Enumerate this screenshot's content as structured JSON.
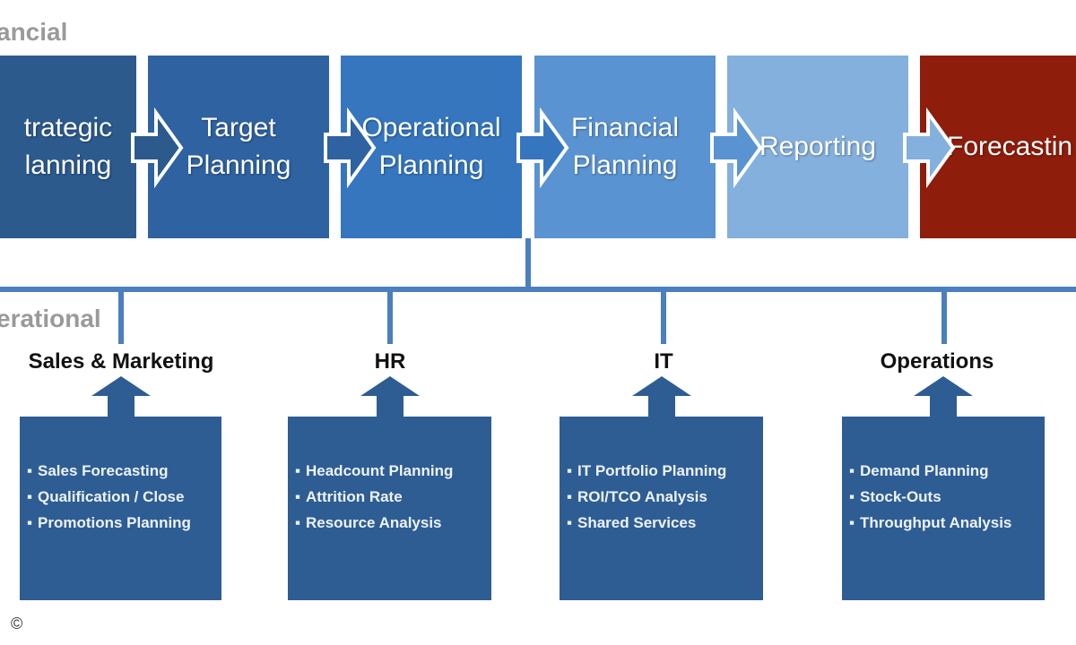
{
  "sections": {
    "financial": "ancial",
    "operational": "erational"
  },
  "stages": [
    {
      "label": "trategic\nlanning",
      "color": "#2c5a8d"
    },
    {
      "label": "Target\nPlanning",
      "color": "#2f62a0"
    },
    {
      "label": "Operational\nPlanning",
      "color": "#3576bf"
    },
    {
      "label": "Financial\nPlanning",
      "color": "#5a93d1"
    },
    {
      "label": "Reporting",
      "color": "#84b0dd"
    },
    {
      "label": "Forecastin",
      "color": "#8e1d0b"
    }
  ],
  "departments": [
    {
      "name": "Sales & Marketing",
      "items": [
        "Sales Forecasting",
        "Qualification / Close",
        "Promotions Planning"
      ]
    },
    {
      "name": "HR",
      "items": [
        "Headcount Planning",
        "Attrition Rate",
        "Resource Analysis"
      ]
    },
    {
      "name": "IT",
      "items": [
        "IT Portfolio Planning",
        "ROI/TCO Analysis",
        "Shared Services"
      ]
    },
    {
      "name": "Operations",
      "items": [
        "Demand Planning",
        "Stock-Outs",
        "Throughput Analysis"
      ]
    }
  ],
  "bullet": "▪",
  "copyright": "©",
  "colors": {
    "connector": "#4a7fc0",
    "box": "#2e5d94",
    "arrow_fill": "#2e5d94"
  }
}
